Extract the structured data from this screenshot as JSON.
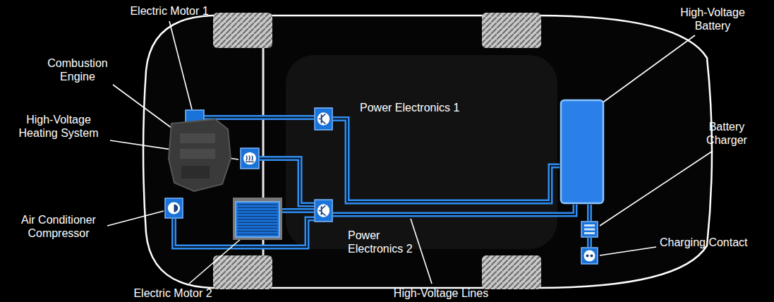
{
  "diagram": {
    "nodes": [
      {
        "text": [
          "Electric Motor 1"
        ]
      },
      {
        "text": [
          "Combustion Engine"
        ]
      },
      {
        "text": [
          "High-Voltage Heating System"
        ]
      },
      {
        "text": [
          "Power Electronics 1"
        ]
      },
      {
        "text": [
          "High-Voltage Battery"
        ]
      },
      {
        "text": [
          "Battery Charger"
        ]
      },
      {
        "text": [
          "Air Conditioner Compressor"
        ]
      },
      {
        "text": [
          "Charging Contact"
        ]
      },
      {
        "text": [
          "Power Electronics 2"
        ]
      },
      {
        "text": [
          "Electric Motor 2"
        ]
      }
    ],
    "edges": [
      {
        "from": 0,
        "to": 3,
        "arrow": "none"
      },
      {
        "from": 2,
        "to": 8,
        "arrow": "none"
      },
      {
        "from": 6,
        "to": 8,
        "arrow": "none"
      },
      {
        "from": 9,
        "to": 8,
        "arrow": "none"
      },
      {
        "from": 3,
        "to": 4,
        "arrow": "none"
      },
      {
        "from": 8,
        "to": 4,
        "arrow": "none"
      },
      {
        "from": 4,
        "to": 5,
        "arrow": "none"
      },
      {
        "from": 5,
        "to": 7,
        "arrow": "none"
      }
    ],
    "labels": [
      "High-Voltage Lines"
    ]
  }
}
